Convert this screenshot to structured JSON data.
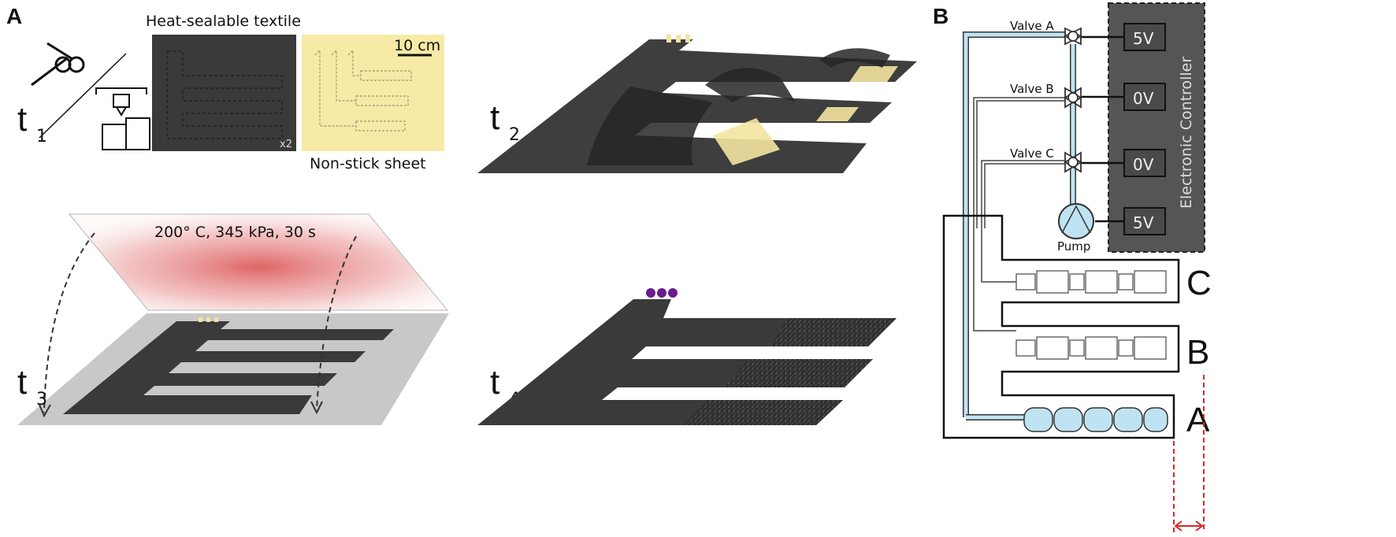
{
  "panels": {
    "a": "A",
    "b": "B"
  },
  "left": {
    "steps": {
      "t1": "t",
      "t1_sub": "1",
      "t2": "t",
      "t2_sub": "2",
      "t3": "t",
      "t3_sub": "3",
      "t4": "t",
      "t4_sub": "4"
    },
    "labels": {
      "textile": "Heat-sealable textile",
      "sheet": "Non-stick sheet",
      "scale": "10 cm",
      "multiplier": "x2",
      "press": "200° C,  345 kPa,  30 s"
    }
  },
  "right": {
    "valves": [
      "Valve A",
      "Valve B",
      "Valve C"
    ],
    "voltages": [
      "5V",
      "0V",
      "0V",
      "5V"
    ],
    "pump": "Pump",
    "controller": "Electronic Controller",
    "actuators": [
      "C",
      "B",
      "A"
    ]
  },
  "colors": {
    "textile": "#3a3a3a",
    "sheet": "#f7eaa6",
    "heat": "#d94a4a",
    "tube": "#bfe3f2",
    "controller": "#555555",
    "connector": "#6a1b8f",
    "dimension": "#d62828"
  }
}
